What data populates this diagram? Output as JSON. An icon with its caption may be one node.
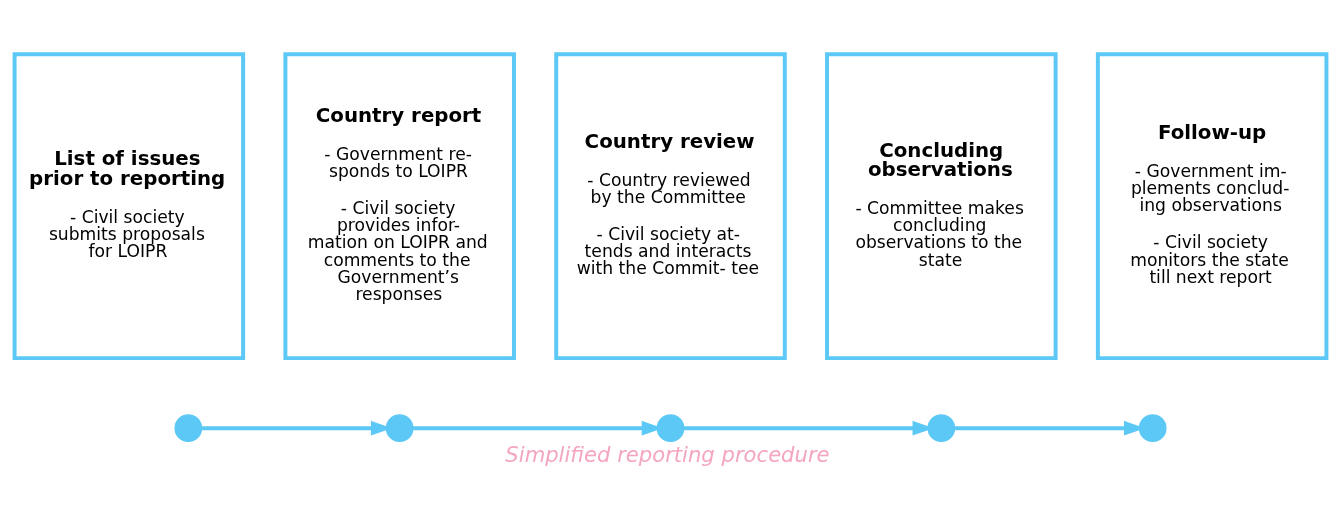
{
  "diagram": {
    "caption": "Simplified reporting procedure",
    "nodes": [
      {
        "text": [
          "List of issues prior to reporting",
          "- Civil society submits proposals for LOIPR"
        ]
      },
      {
        "text": [
          "Country report",
          "- Government re- sponds to LOIPR",
          "- Civil society provides infor- mation on LOIPR and comments to the Government’s responses"
        ]
      },
      {
        "text": [
          "Country review",
          "- Country reviewed by the Committee",
          "- Civil society at- tends and interacts with the Commit- tee"
        ]
      },
      {
        "text": [
          "Concluding observations",
          "- Committee makes concluding observations to the state"
        ]
      },
      {
        "text": [
          "Follow-up",
          "- Government im- plements conclud- ing observations",
          "- Civil society monitors the state till next report"
        ]
      },
      {
        "text": [],
        "shape": "circle"
      },
      {
        "text": [],
        "shape": "circle"
      },
      {
        "text": [],
        "shape": "circle"
      },
      {
        "text": [],
        "shape": "circle"
      },
      {
        "text": [],
        "shape": "circle"
      }
    ],
    "edges": [
      {
        "from": 5,
        "to": 6,
        "arrow": "to"
      },
      {
        "from": 6,
        "to": 7,
        "arrow": "to"
      },
      {
        "from": 7,
        "to": 8,
        "arrow": "to"
      },
      {
        "from": 8,
        "to": 9,
        "arrow": "to"
      }
    ]
  }
}
